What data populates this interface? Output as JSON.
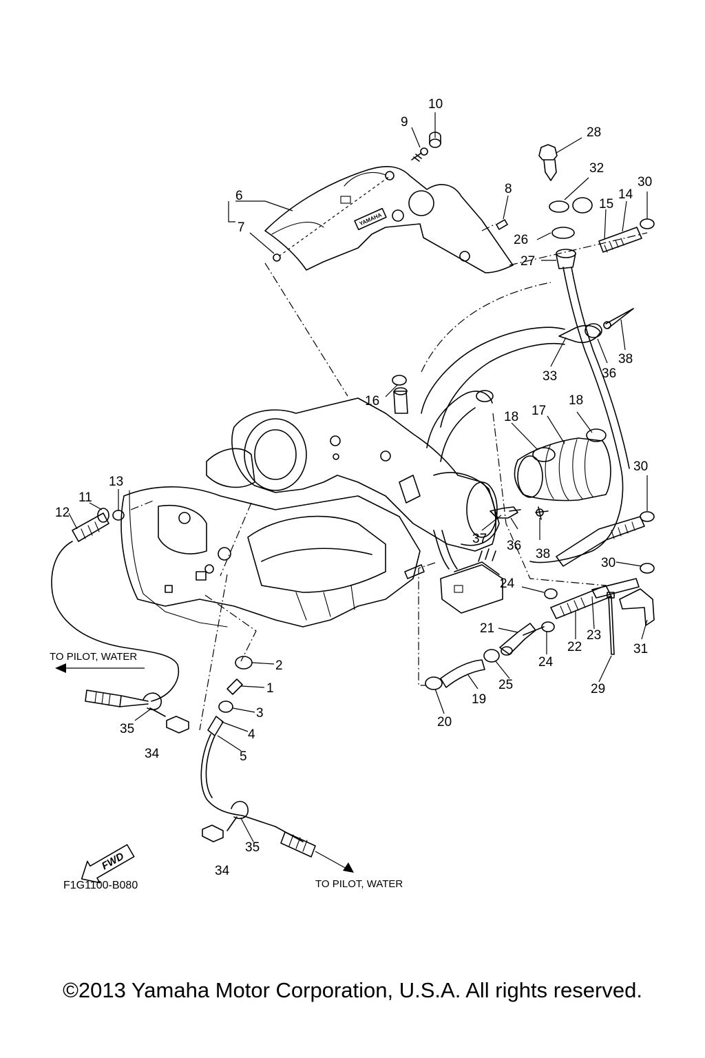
{
  "diagram": {
    "callouts": [
      {
        "id": "c1",
        "label": "1"
      },
      {
        "id": "c2",
        "label": "2"
      },
      {
        "id": "c3",
        "label": "3"
      },
      {
        "id": "c4",
        "label": "4"
      },
      {
        "id": "c5",
        "label": "5"
      },
      {
        "id": "c6",
        "label": "6"
      },
      {
        "id": "c7",
        "label": "7"
      },
      {
        "id": "c8",
        "label": "8"
      },
      {
        "id": "c9",
        "label": "9"
      },
      {
        "id": "c10",
        "label": "10"
      },
      {
        "id": "c11",
        "label": "11"
      },
      {
        "id": "c12",
        "label": "12"
      },
      {
        "id": "c13",
        "label": "13"
      },
      {
        "id": "c14",
        "label": "14"
      },
      {
        "id": "c15",
        "label": "15"
      },
      {
        "id": "c16",
        "label": "16"
      },
      {
        "id": "c17",
        "label": "17"
      },
      {
        "id": "c18a",
        "label": "18"
      },
      {
        "id": "c18b",
        "label": "18"
      },
      {
        "id": "c19",
        "label": "19"
      },
      {
        "id": "c20",
        "label": "20"
      },
      {
        "id": "c21",
        "label": "21"
      },
      {
        "id": "c22",
        "label": "22"
      },
      {
        "id": "c23",
        "label": "23"
      },
      {
        "id": "c24a",
        "label": "24"
      },
      {
        "id": "c24b",
        "label": "24"
      },
      {
        "id": "c25",
        "label": "25"
      },
      {
        "id": "c26",
        "label": "26"
      },
      {
        "id": "c27",
        "label": "27"
      },
      {
        "id": "c28",
        "label": "28"
      },
      {
        "id": "c29",
        "label": "29"
      },
      {
        "id": "c30a",
        "label": "30"
      },
      {
        "id": "c30b",
        "label": "30"
      },
      {
        "id": "c30c",
        "label": "30"
      },
      {
        "id": "c31",
        "label": "31"
      },
      {
        "id": "c32",
        "label": "32"
      },
      {
        "id": "c33",
        "label": "33"
      },
      {
        "id": "c34a",
        "label": "34"
      },
      {
        "id": "c34b",
        "label": "34"
      },
      {
        "id": "c35a",
        "label": "35"
      },
      {
        "id": "c35b",
        "label": "35"
      },
      {
        "id": "c36a",
        "label": "36"
      },
      {
        "id": "c36b",
        "label": "36"
      },
      {
        "id": "c37",
        "label": "37"
      },
      {
        "id": "c38a",
        "label": "38"
      },
      {
        "id": "c38b",
        "label": "38"
      }
    ],
    "notes": {
      "to_pilot_left": "TO PILOT, WATER",
      "to_pilot_bottom": "TO PILOT, WATER"
    },
    "emblem_text": "YAMAHA",
    "fwd_label": "FWD",
    "diagram_code": "F1G1100-B080"
  },
  "footer": {
    "copyright": "©2013 Yamaha Motor Corporation, U.S.A. All rights reserved."
  }
}
